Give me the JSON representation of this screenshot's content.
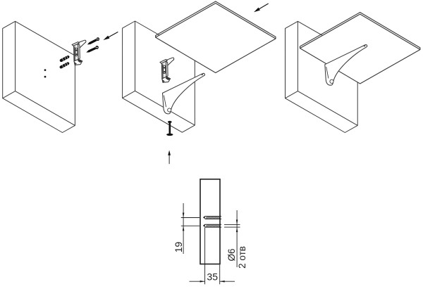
{
  "diagram": {
    "type": "furniture-shelf-bracket-assembly-instruction",
    "background_color": "#ffffff",
    "line_color": "#3a3a3a",
    "dark_color": "#111111",
    "dimension_labels": {
      "hole_spacing": "19",
      "hole_depth": "35",
      "hole_diameter": "Ø6",
      "hole_count": "2 отв"
    }
  }
}
